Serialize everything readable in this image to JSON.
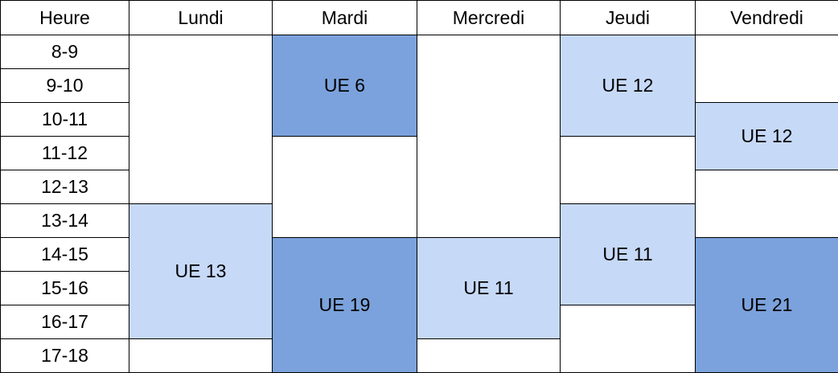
{
  "columns": [
    "Heure",
    "Lundi",
    "Mardi",
    "Mercredi",
    "Jeudi",
    "Vendredi"
  ],
  "hours": [
    "8-9",
    "9-10",
    "10-11",
    "11-12",
    "12-13",
    "13-14",
    "14-15",
    "15-16",
    "16-17",
    "17-18"
  ],
  "cells": {
    "lundi_ue13": "UE 13",
    "mardi_ue6": "UE 6",
    "mardi_ue19": "UE 19",
    "mercredi_ue11": "UE 11",
    "jeudi_ue12": "UE 12",
    "jeudi_ue11": "UE 11",
    "vendredi_ue12": "UE 12",
    "vendredi_ue21": "UE 21"
  },
  "colors": {
    "light_blue": "#c6d9f7",
    "dark_blue": "#7ba2dc",
    "border": "#000000"
  }
}
